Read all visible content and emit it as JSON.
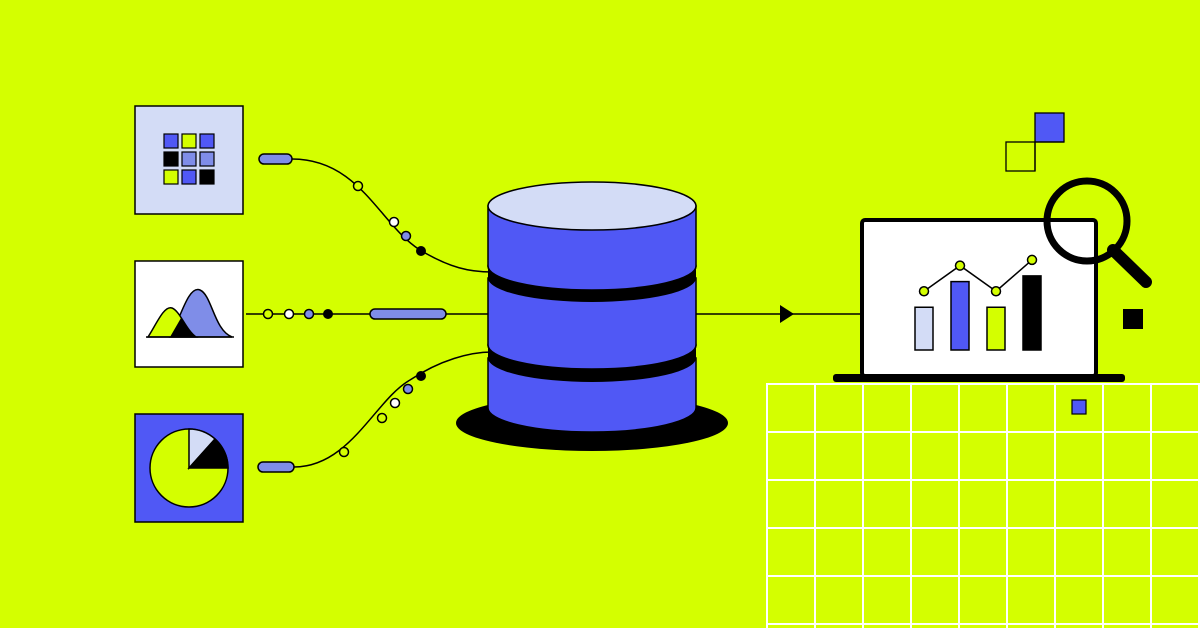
{
  "colors": {
    "background": "#d4ff00",
    "accent_blue": "#5058f5",
    "light_blue": "#d3dcf6",
    "mid_blue": "#7f8de8",
    "lime": "#d4ff00",
    "black": "#000000",
    "white": "#ffffff"
  },
  "sources": [
    {
      "icon": "grid-squares-icon"
    },
    {
      "icon": "distribution-curve-icon"
    },
    {
      "icon": "pie-chart-icon"
    }
  ],
  "database": {
    "icon": "database-cylinder-icon"
  },
  "destination": {
    "icon": "laptop-bar-chart-icon",
    "overlay_icon": "magnifier-icon"
  },
  "mini_chart": {
    "bars": [
      {
        "value": 0.45,
        "color": "#d3dcf6"
      },
      {
        "value": 0.72,
        "color": "#5058f5"
      },
      {
        "value": 0.45,
        "color": "#d4ff00"
      },
      {
        "value": 0.78,
        "color": "#000000"
      }
    ]
  }
}
